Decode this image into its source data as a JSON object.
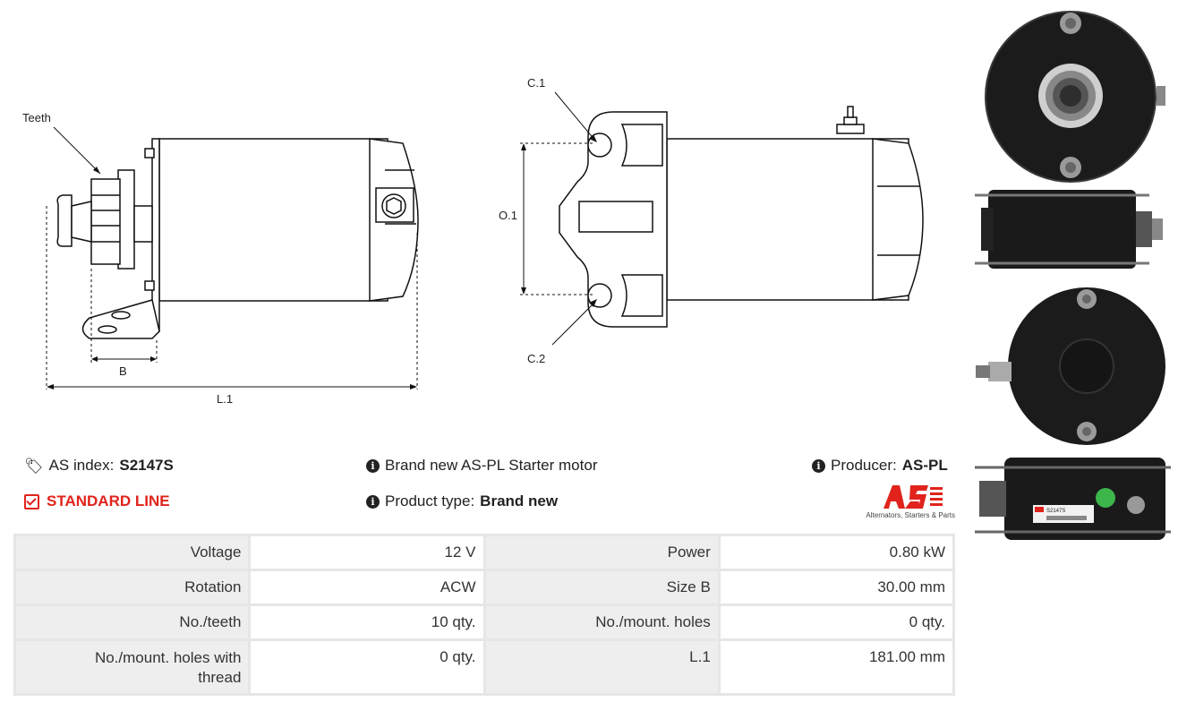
{
  "drawing": {
    "teeth_label": "Teeth",
    "b_label": "B",
    "l1_label": "L.1",
    "c1_label": "C.1",
    "c2_label": "C.2",
    "o1_label": "O.1"
  },
  "info": {
    "as_index_label": "AS index:",
    "as_index_value": "S2147S",
    "standard_line": "STANDARD LINE",
    "description": "Brand new AS-PL Starter motor",
    "product_type_label": "Product type:",
    "product_type_value": "Brand new",
    "producer_label": "Producer:",
    "producer_value": "AS-PL"
  },
  "logo": {
    "mark": "AS",
    "tagline": "Alternators, Starters & Parts",
    "color": "#e0231b"
  },
  "specs": [
    {
      "l1": "Voltage",
      "v1": "12 V",
      "l2": "Power",
      "v2": "0.80 kW"
    },
    {
      "l1": "Rotation",
      "v1": "ACW",
      "l2": "Size B",
      "v2": "30.00 mm"
    },
    {
      "l1": "No./teeth",
      "v1": "10 qty.",
      "l2": "No./mount. holes",
      "v2": "0 qty."
    },
    {
      "l1": "No./mount. holes with thread",
      "v1": "0 qty.",
      "l2": "L.1",
      "v2": "181.00 mm"
    }
  ],
  "photos": {
    "label_text": "S2147S"
  }
}
